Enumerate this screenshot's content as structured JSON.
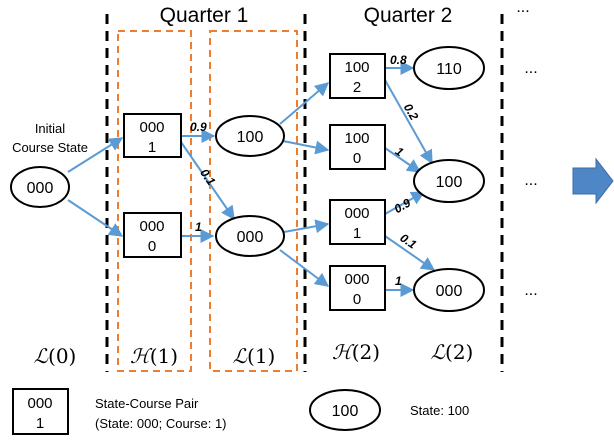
{
  "headers": {
    "quarter1": "Quarter 1",
    "quarter2": "Quarter 2",
    "ellipsis": "..."
  },
  "initial_label": {
    "line1": "Initial",
    "line2": "Course State"
  },
  "nodes": {
    "s0": "000",
    "p1a": {
      "state": "000",
      "course": "1"
    },
    "p1b": {
      "state": "000",
      "course": "0"
    },
    "s1a": "100",
    "s1b": "000",
    "p2a": {
      "state": "100",
      "course": "2"
    },
    "p2b": {
      "state": "100",
      "course": "0"
    },
    "p2c": {
      "state": "000",
      "course": "1"
    },
    "p2d": {
      "state": "000",
      "course": "0"
    },
    "s2a": "110",
    "s2b": "100",
    "s2c": "000"
  },
  "edge_labels": {
    "p1a_s1a": "0.9",
    "p1a_s1b": "0.1",
    "p1b_s1b": "1",
    "p2a_s2a": "0.8",
    "p2a_s2b": "0.2",
    "p2b_s2b": "1",
    "p2c_s2b": "0.9",
    "p2c_s2c": "0.1",
    "p2d_s2c": "1"
  },
  "math_labels": {
    "L0": {
      "sym": "ℒ",
      "arg": "(0)"
    },
    "H1": {
      "sym": "ℋ",
      "arg": "(1)"
    },
    "L1": {
      "sym": "ℒ",
      "arg": "(1)"
    },
    "H2": {
      "sym": "ℋ",
      "arg": "(2)"
    },
    "L2": {
      "sym": "ℒ",
      "arg": "(2)"
    }
  },
  "legend": {
    "pair_state": "000",
    "pair_course": "1",
    "pair_title": "State-Course Pair",
    "pair_detail": "(State: 000; Course: 1)",
    "state_value": "100",
    "state_text": "State: 100"
  },
  "colors": {
    "edge": "#5b9bd5",
    "group_border": "#ed7d31",
    "arrow_fill": "#4f86c6"
  }
}
